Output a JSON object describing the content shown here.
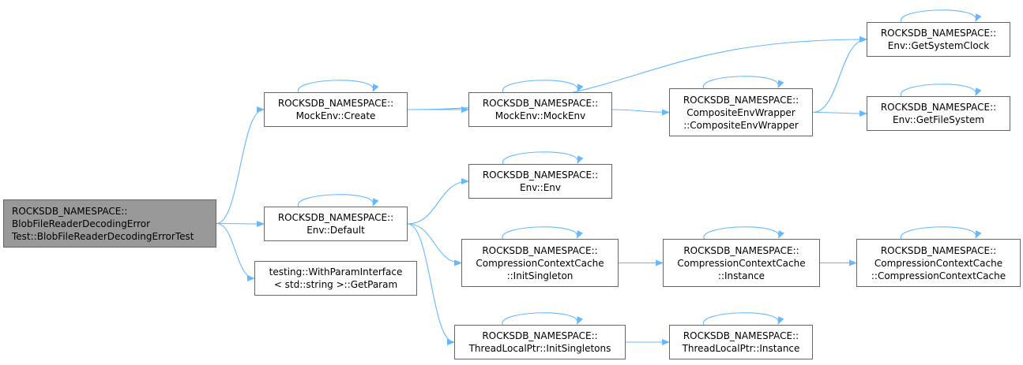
{
  "colors": {
    "edge": "#63b8ff",
    "root_fill": "#999999",
    "node_border": "#666666"
  },
  "nodes": [
    {
      "id": "root",
      "lines": [
        "ROCKSDB_NAMESPACE::",
        "BlobFileReaderDecodingError",
        "Test::BlobFileReaderDecodingErrorTest"
      ]
    },
    {
      "id": "mockenv-create",
      "lines": [
        "ROCKSDB_NAMESPACE::",
        "MockEnv::Create"
      ]
    },
    {
      "id": "env-default",
      "lines": [
        "ROCKSDB_NAMESPACE::",
        "Env::Default"
      ]
    },
    {
      "id": "getparam",
      "lines": [
        "testing::WithParamInterface",
        "< std::string >::GetParam"
      ]
    },
    {
      "id": "mockenv-mockenv",
      "lines": [
        "ROCKSDB_NAMESPACE::",
        "MockEnv::MockEnv"
      ]
    },
    {
      "id": "env-env",
      "lines": [
        "ROCKSDB_NAMESPACE::",
        "Env::Env"
      ]
    },
    {
      "id": "ccc-initsingleton",
      "lines": [
        "ROCKSDB_NAMESPACE::",
        "CompressionContextCache",
        "::InitSingleton"
      ]
    },
    {
      "id": "tlp-initsingletons",
      "lines": [
        "ROCKSDB_NAMESPACE::",
        "ThreadLocalPtr::InitSingletons"
      ]
    },
    {
      "id": "composite-wrapper",
      "lines": [
        "ROCKSDB_NAMESPACE::",
        "CompositeEnvWrapper",
        "::CompositeEnvWrapper"
      ]
    },
    {
      "id": "ccc-instance",
      "lines": [
        "ROCKSDB_NAMESPACE::",
        "CompressionContextCache",
        "::Instance"
      ]
    },
    {
      "id": "tlp-instance",
      "lines": [
        "ROCKSDB_NAMESPACE::",
        "ThreadLocalPtr::Instance"
      ]
    },
    {
      "id": "env-getsystemclock",
      "lines": [
        "ROCKSDB_NAMESPACE::",
        "Env::GetSystemClock"
      ]
    },
    {
      "id": "env-getfilesystem",
      "lines": [
        "ROCKSDB_NAMESPACE::",
        "Env::GetFileSystem"
      ]
    },
    {
      "id": "ccc-ctor",
      "lines": [
        "ROCKSDB_NAMESPACE::",
        "CompressionContextCache",
        "::CompressionContextCache"
      ]
    }
  ],
  "edges": [
    [
      "root",
      "mockenv-create"
    ],
    [
      "root",
      "env-default"
    ],
    [
      "root",
      "getparam"
    ],
    [
      "mockenv-create",
      "mockenv-mockenv"
    ],
    [
      "mockenv-create",
      "env-getsystemclock"
    ],
    [
      "mockenv-mockenv",
      "composite-wrapper"
    ],
    [
      "composite-wrapper",
      "env-getsystemclock"
    ],
    [
      "composite-wrapper",
      "env-getfilesystem"
    ],
    [
      "env-default",
      "env-env"
    ],
    [
      "env-default",
      "ccc-initsingleton"
    ],
    [
      "env-default",
      "tlp-initsingletons"
    ],
    [
      "ccc-initsingleton",
      "ccc-instance"
    ],
    [
      "ccc-instance",
      "ccc-ctor"
    ],
    [
      "tlp-initsingletons",
      "tlp-instance"
    ],
    [
      "mockenv-create",
      "mockenv-create"
    ],
    [
      "env-default",
      "env-default"
    ],
    [
      "mockenv-mockenv",
      "mockenv-mockenv"
    ],
    [
      "env-env",
      "env-env"
    ],
    [
      "ccc-initsingleton",
      "ccc-initsingleton"
    ],
    [
      "tlp-initsingletons",
      "tlp-initsingletons"
    ],
    [
      "composite-wrapper",
      "composite-wrapper"
    ],
    [
      "ccc-instance",
      "ccc-instance"
    ],
    [
      "tlp-instance",
      "tlp-instance"
    ],
    [
      "env-getsystemclock",
      "env-getsystemclock"
    ],
    [
      "env-getfilesystem",
      "env-getfilesystem"
    ],
    [
      "ccc-ctor",
      "ccc-ctor"
    ]
  ]
}
